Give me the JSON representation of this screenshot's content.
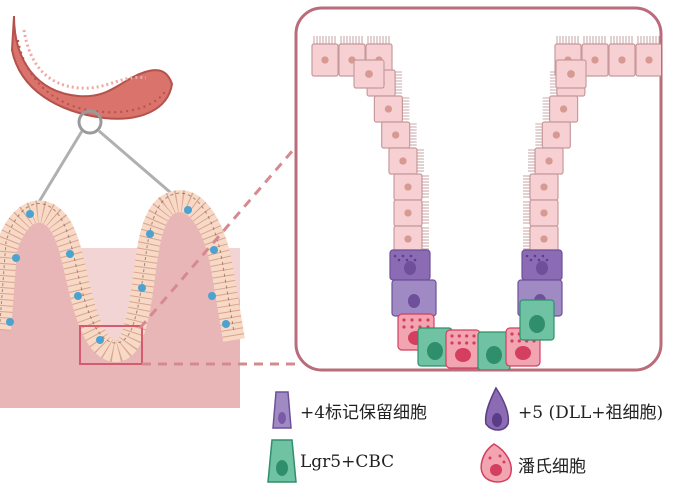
{
  "colors": {
    "intestine": "#d9736c",
    "intestine_dark": "#b5524c",
    "tissue_bg": "#f3d4d4",
    "mucosa": "#e9b6b8",
    "villus_cell": "#f7d9c6",
    "crypt_cell": "#f6d0d3",
    "nucleus": "#d79a93",
    "purple_cell": "#a08ac4",
    "purple_dark": "#6e4f99",
    "green_cell": "#6fc3a3",
    "green_nucleus": "#2f8f6c",
    "paneth_cell": "#f2a5b0",
    "paneth_nucleus": "#d43f60",
    "frame": "#b96d7b",
    "connector": "#d68a8f",
    "blue_cell": "#4aa3d0"
  },
  "legend": {
    "items": [
      {
        "label": "+4标记保留细胞",
        "icon": "purple-cell-icon"
      },
      {
        "label": "+5 (DLL+祖细胞)",
        "icon": "dark-purple-progenitor-icon"
      },
      {
        "label": "Lgr5+CBC",
        "icon": "green-cbc-cell-icon"
      },
      {
        "label": "潘氏细胞",
        "icon": "paneth-cell-icon"
      }
    ]
  }
}
